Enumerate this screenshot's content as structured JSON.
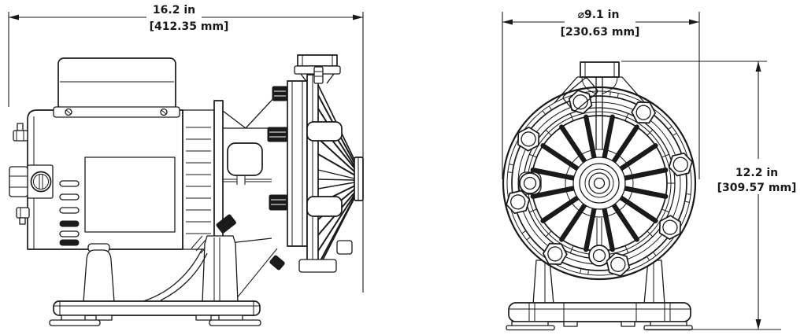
{
  "colors": {
    "ink": "#1a1a1a",
    "paper": "#ffffff"
  },
  "drawing": {
    "views": {
      "left": "side-view-of-pump-and-motor",
      "right": "front-view-of-pump-cover"
    },
    "dimensions": {
      "width": {
        "inches": "16.2 in",
        "millimeters": "[412.35 mm]"
      },
      "diameter": {
        "inches": "⌀9.1 in",
        "millimeters": "[230.63 mm]"
      },
      "height": {
        "inches": "12.2 in",
        "millimeters": "[309.57 mm]"
      }
    }
  }
}
